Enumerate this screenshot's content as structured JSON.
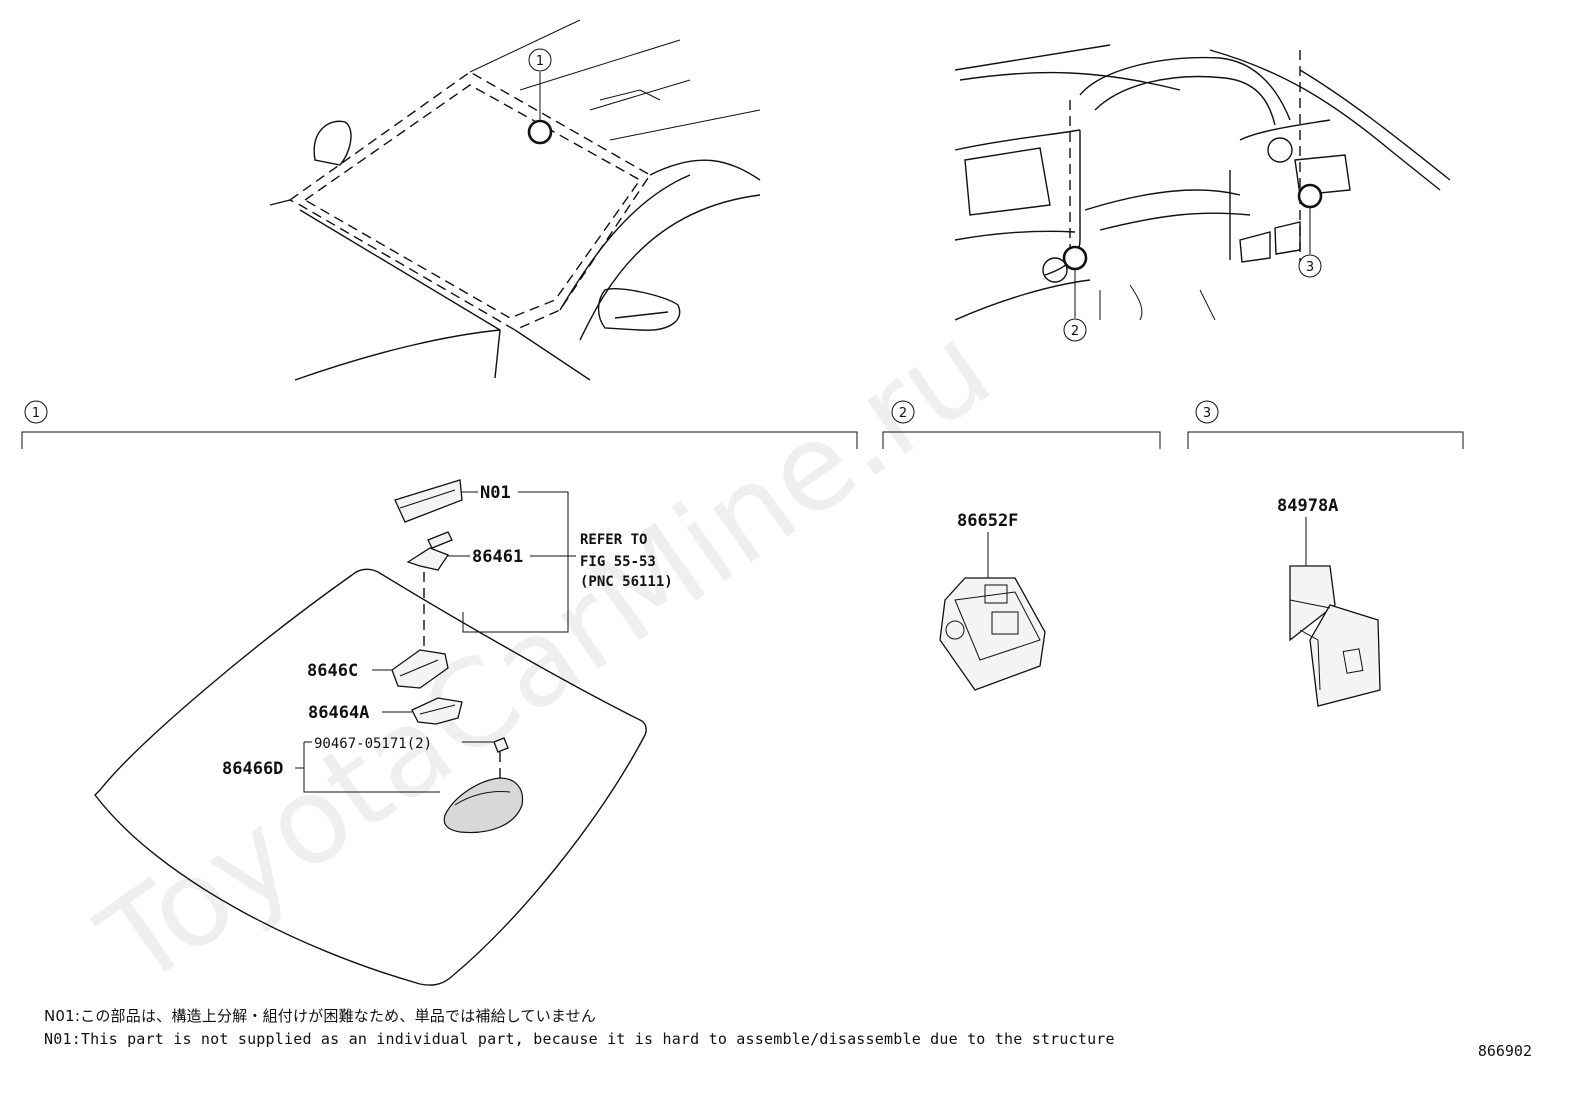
{
  "watermark": "ToyotaCarMine.ru",
  "callouts": [
    "1",
    "2",
    "3"
  ],
  "sections": [
    {
      "id": "1",
      "label": "1"
    },
    {
      "id": "2",
      "label": "2"
    },
    {
      "id": "3",
      "label": "3"
    }
  ],
  "parts": {
    "n01": "N01",
    "p86461": "86461",
    "p8646c": "8646C",
    "p86464a": "86464A",
    "p90467": "90467-05171(2)",
    "p86466d": "86466D",
    "p86652f": "86652F",
    "p84978a": "84978A"
  },
  "refer": {
    "line1": "REFER TO",
    "line2": "FIG 55-53",
    "line3": "(PNC 56111)"
  },
  "notes": {
    "jp": "N01:この部品は、構造上分解・組付けが困難なため、単品では補給していません",
    "en": "N01:This part is not supplied as an individual part, because it is hard to assemble/disassemble due to the structure"
  },
  "figure_id": "866902"
}
